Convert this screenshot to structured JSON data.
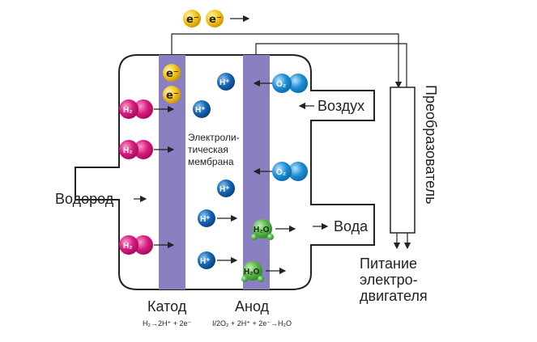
{
  "labels": {
    "hydrogen": "Водород",
    "air": "Воздух",
    "water": "Вода",
    "converter": "Преобразователь",
    "power_line1": "Питание",
    "power_line2": "электро-",
    "power_line3": "двигателя",
    "membrane_line1": "Электроли-",
    "membrane_line2": "тическая",
    "membrane_line3": "мембрана",
    "cathode": "Катод",
    "anode": "Анод",
    "cathode_reaction": "H₂→2H⁺ + 2e⁻",
    "anode_reaction": "I/2O₂ + 2H⁺ + 2e⁻→H₂O"
  },
  "particles": {
    "electron": "e⁻",
    "hydrogen_molecule": "H₂",
    "proton": "H⁺",
    "oxygen_molecule": "O₂",
    "water_molecule": "H₂O"
  },
  "colors": {
    "electrode": "#8a7fc0",
    "electron": "#f4c51a",
    "hydrogen": "#d9197f",
    "proton": "#1566b5",
    "oxygen": "#1e8fd6",
    "water": "#58b948",
    "outline": "#222222"
  }
}
